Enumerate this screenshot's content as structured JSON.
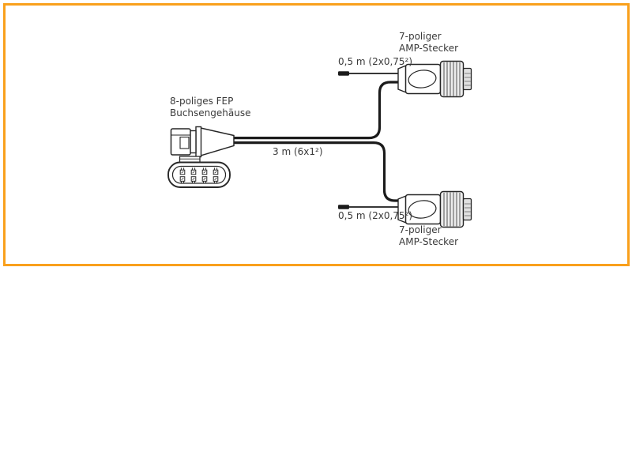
{
  "colors": {
    "frame_border": "#F9A01C",
    "line": "#262626",
    "text": "#3a3a3a",
    "knurl_fill": "#ececec",
    "tip_fill": "#e0e0e0"
  },
  "diagram": {
    "socket_housing": {
      "label": "8-poliges FEP\nBuchsengehäuse",
      "icon": "fep-socket-housing-drawing",
      "poles": "8"
    },
    "main_cable": {
      "length_label": "3 m (6x1²)"
    },
    "branch_top": {
      "length_label": "0,5 m (2x0,75²)",
      "connector_label": "7-poliger\nAMP-Stecker",
      "icon": "amp-connector-drawing"
    },
    "branch_bottom": {
      "length_label": "0,5 m (2x0,75²)",
      "connector_label": "7-poliger\nAMP-Stecker",
      "icon": "amp-connector-drawing"
    }
  }
}
